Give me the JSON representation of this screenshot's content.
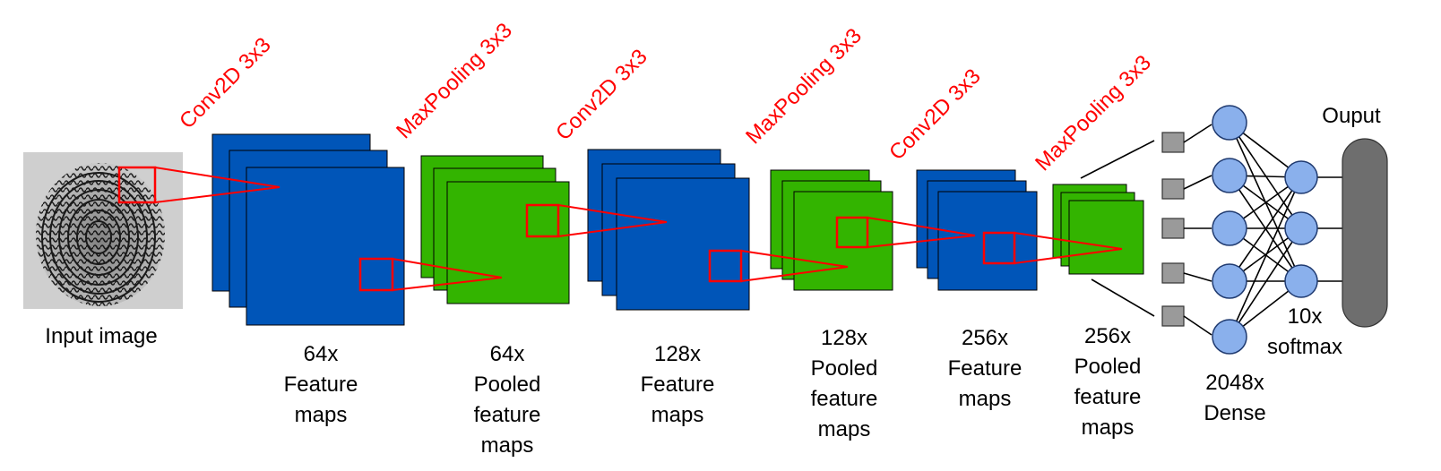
{
  "input": {
    "label": "Input image"
  },
  "operations": [
    {
      "id": "op1",
      "label": "Conv2D 3x3"
    },
    {
      "id": "op2",
      "label": "MaxPooling 3x3"
    },
    {
      "id": "op3",
      "label": "Conv2D 3x3"
    },
    {
      "id": "op4",
      "label": "MaxPooling 3x3"
    },
    {
      "id": "op5",
      "label": "Conv2D 3x3"
    },
    {
      "id": "op6",
      "label": "MaxPooling 3x3"
    }
  ],
  "stages": [
    {
      "id": "s1",
      "lines": [
        "64x",
        "Feature",
        "maps"
      ]
    },
    {
      "id": "s2",
      "lines": [
        "64x",
        "Pooled",
        "feature",
        "maps"
      ]
    },
    {
      "id": "s3",
      "lines": [
        "128x",
        "Feature",
        "maps"
      ]
    },
    {
      "id": "s4",
      "lines": [
        "128x",
        "Pooled",
        "feature",
        "maps"
      ]
    },
    {
      "id": "s5",
      "lines": [
        "256x",
        "Feature",
        "maps"
      ]
    },
    {
      "id": "s6",
      "lines": [
        "256x",
        "Pooled",
        "feature",
        "maps"
      ]
    }
  ],
  "dense": {
    "lines": [
      "2048x",
      "Dense"
    ]
  },
  "softmax": {
    "lines": [
      "10x",
      "softmax"
    ]
  },
  "output": {
    "label": "Ouput"
  },
  "colors": {
    "conv": "#0055b8",
    "pool": "#33b400",
    "highlight": "#ff0000",
    "node": "#8ab0ec",
    "output": "#6e6e6e"
  }
}
